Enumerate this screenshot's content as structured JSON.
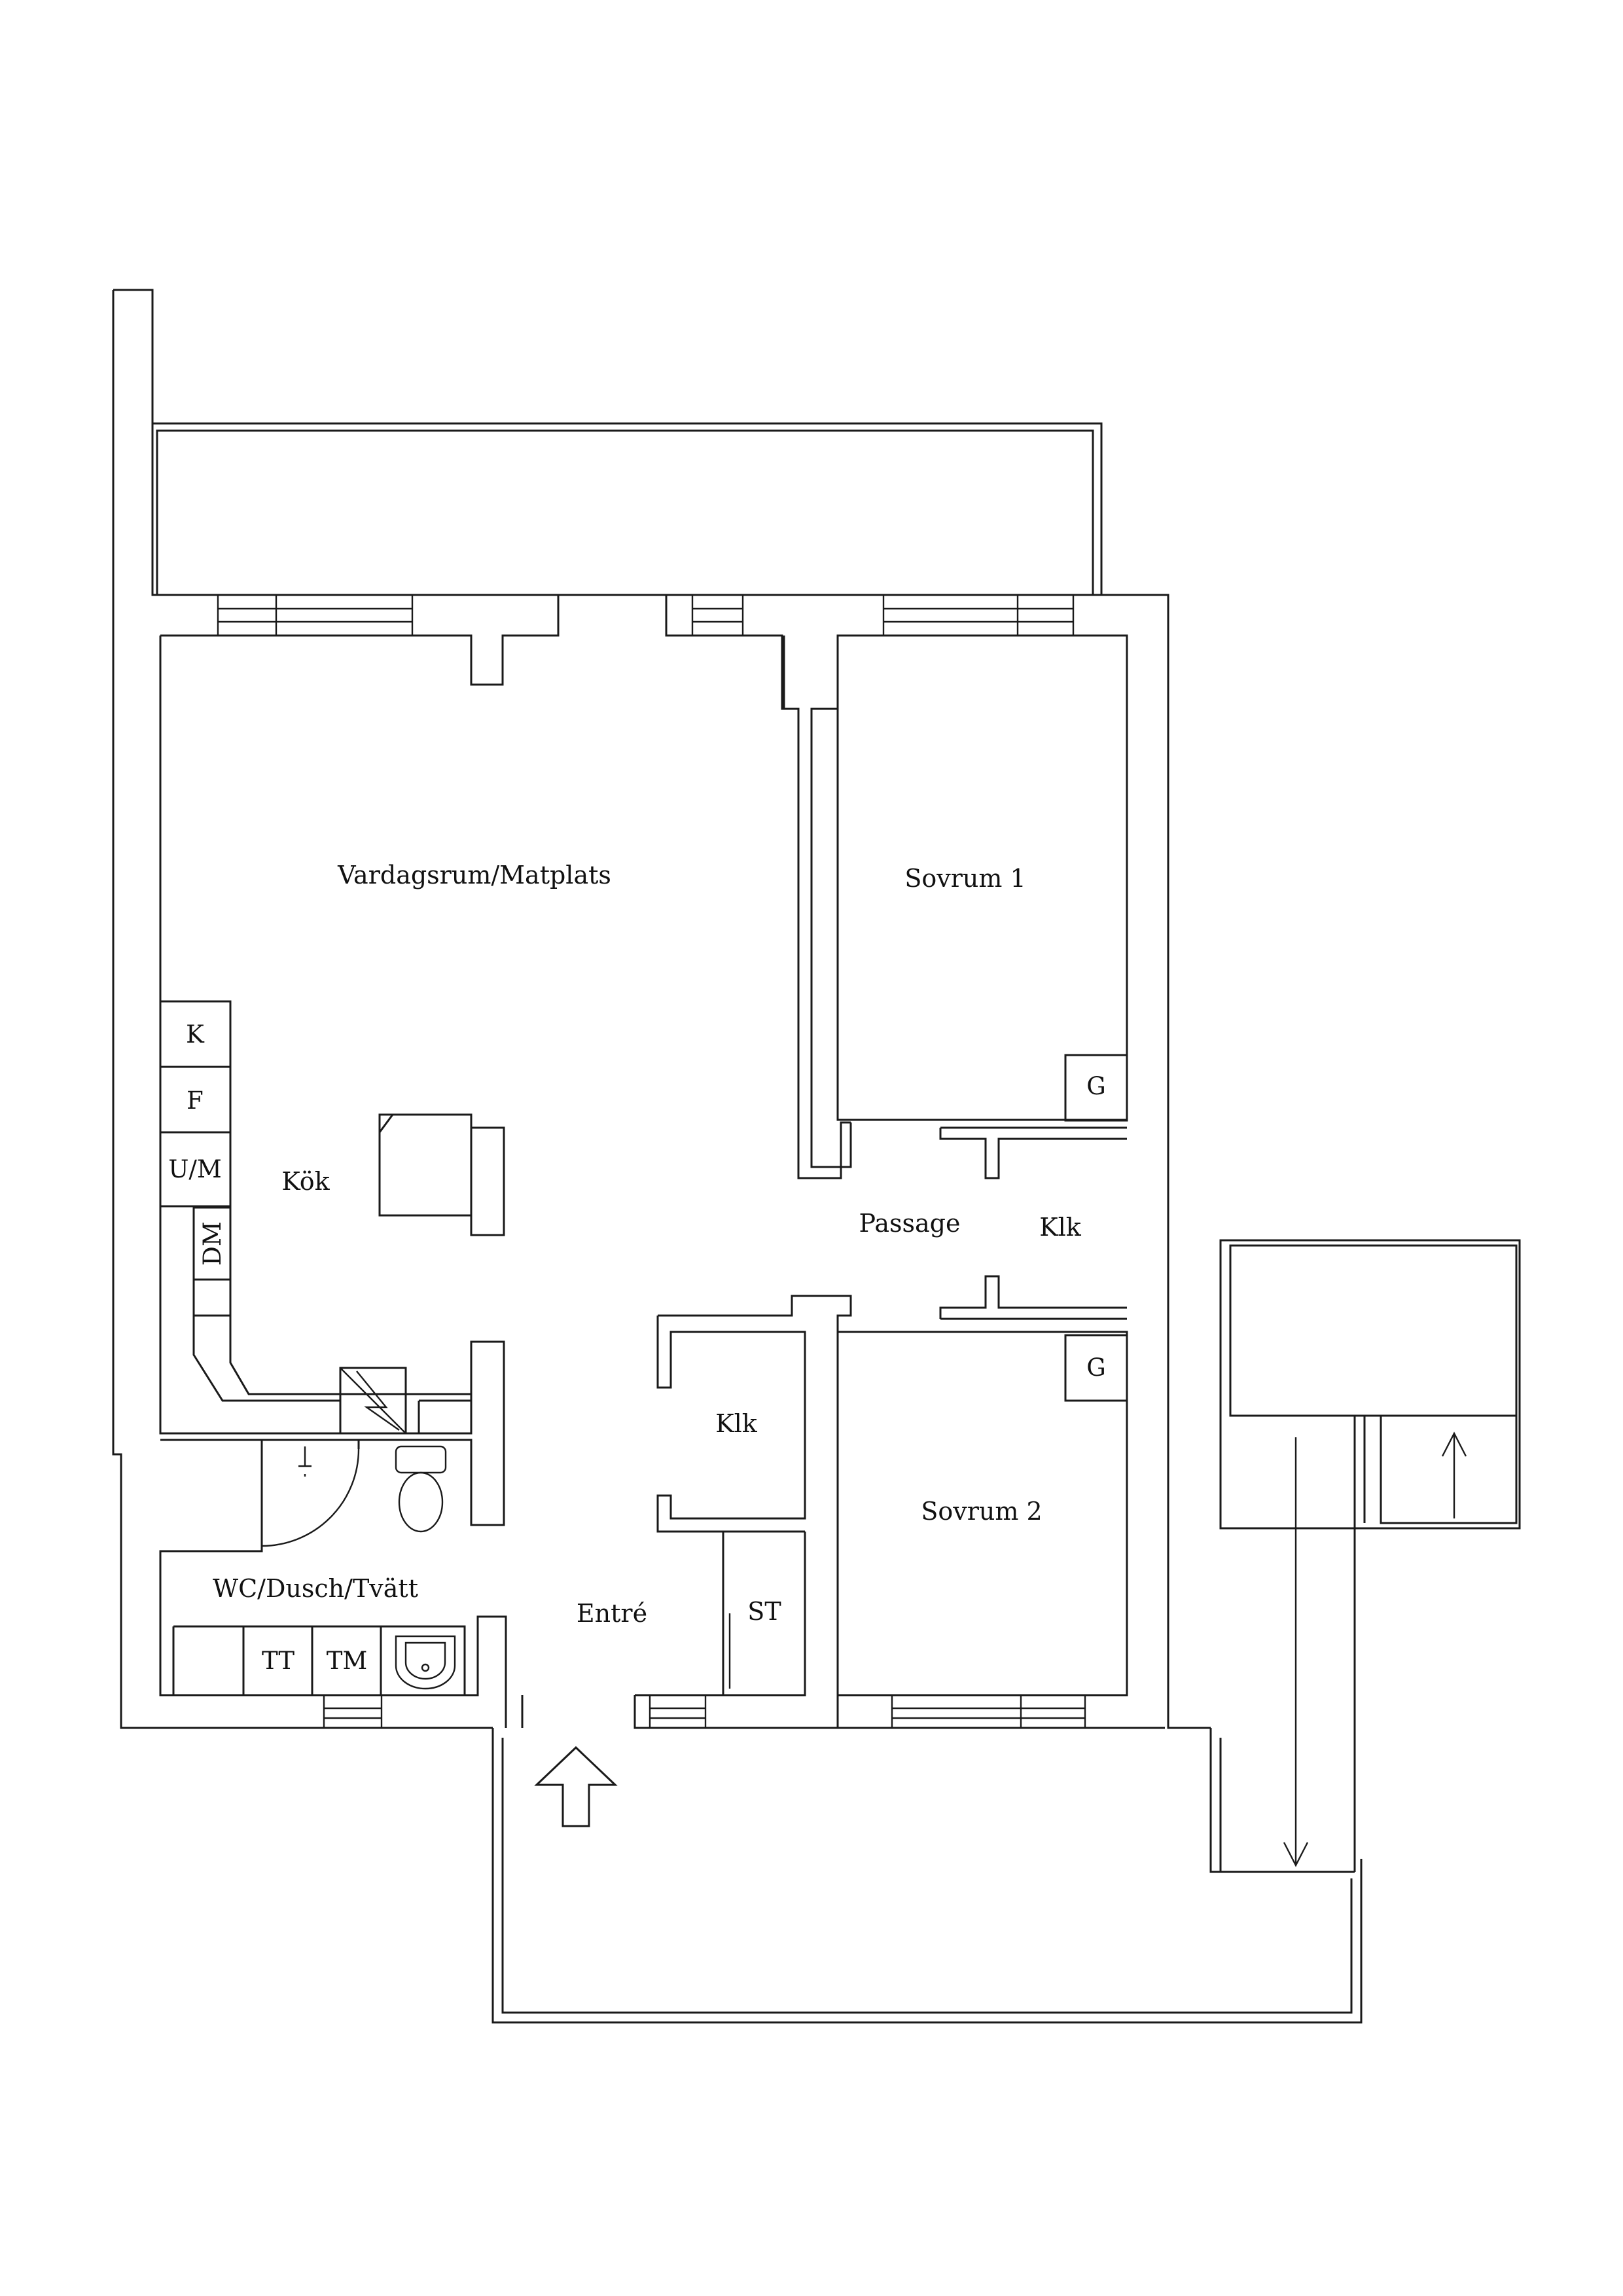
{
  "rooms": {
    "living_dining": "Vardagsrum/Matplats",
    "bedroom_1": "Sovrum 1",
    "bedroom_2": "Sovrum 2",
    "kitchen": "Kök",
    "passage": "Passage",
    "closet_right": "Klk",
    "closet_center": "Klk",
    "bathroom": "WC/Dusch/Tvätt",
    "entrance": "Entré",
    "storage": "ST"
  },
  "appliances": {
    "fridge": "K",
    "freezer": "F",
    "oven_microwave": "U/M",
    "dishwasher": "DM",
    "dryer": "TT",
    "washer": "TM",
    "wardrobe_1": "G",
    "wardrobe_2": "G"
  },
  "icons": {
    "entrance_arrow": "arrow-up-outline",
    "stairs_up": "arrow-up",
    "stairs_down": "arrow-down",
    "fireplace": "lightning-zigzag",
    "toilet": "toilet",
    "sink": "sink",
    "shower": "shower-quarter-circle",
    "armchair": "armchair"
  }
}
